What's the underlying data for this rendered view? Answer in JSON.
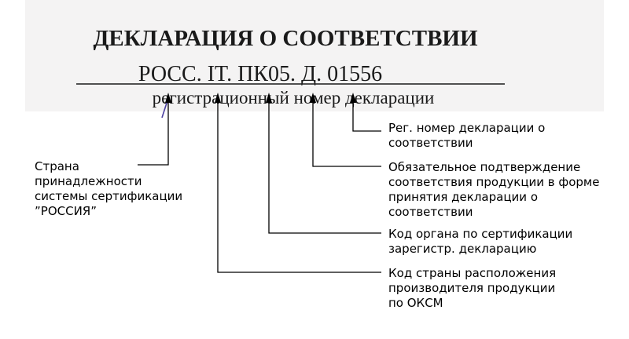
{
  "document": {
    "title": "ДЕКЛАРАЦИЯ О СООТВЕТСТВИИ",
    "registration_number": "РОСС. IT. ПК05. Д. 01556",
    "caption": "регистрационный номер декларации",
    "scan_background": "#f4f3f3"
  },
  "callouts": [
    {
      "id": "country-system",
      "lines": [
        "Страна",
        "принадлежности",
        "системы сертификации",
        "”РОССИЯ”"
      ]
    },
    {
      "id": "reg-number",
      "lines": [
        "Рег. номер декларации о",
        "соответствии"
      ]
    },
    {
      "id": "mandatory-confirmation",
      "lines": [
        "Обязательное подтверждение",
        "соответствия продукции в форме",
        "принятия декларации о",
        "соответствии"
      ]
    },
    {
      "id": "certification-body",
      "lines": [
        "Код органа по сертификации",
        "зарегистр. декларацию"
      ]
    },
    {
      "id": "manufacturer-country",
      "lines": [
        "Код страны расположения",
        "производителя продукции",
        "по ОКСМ"
      ]
    }
  ]
}
